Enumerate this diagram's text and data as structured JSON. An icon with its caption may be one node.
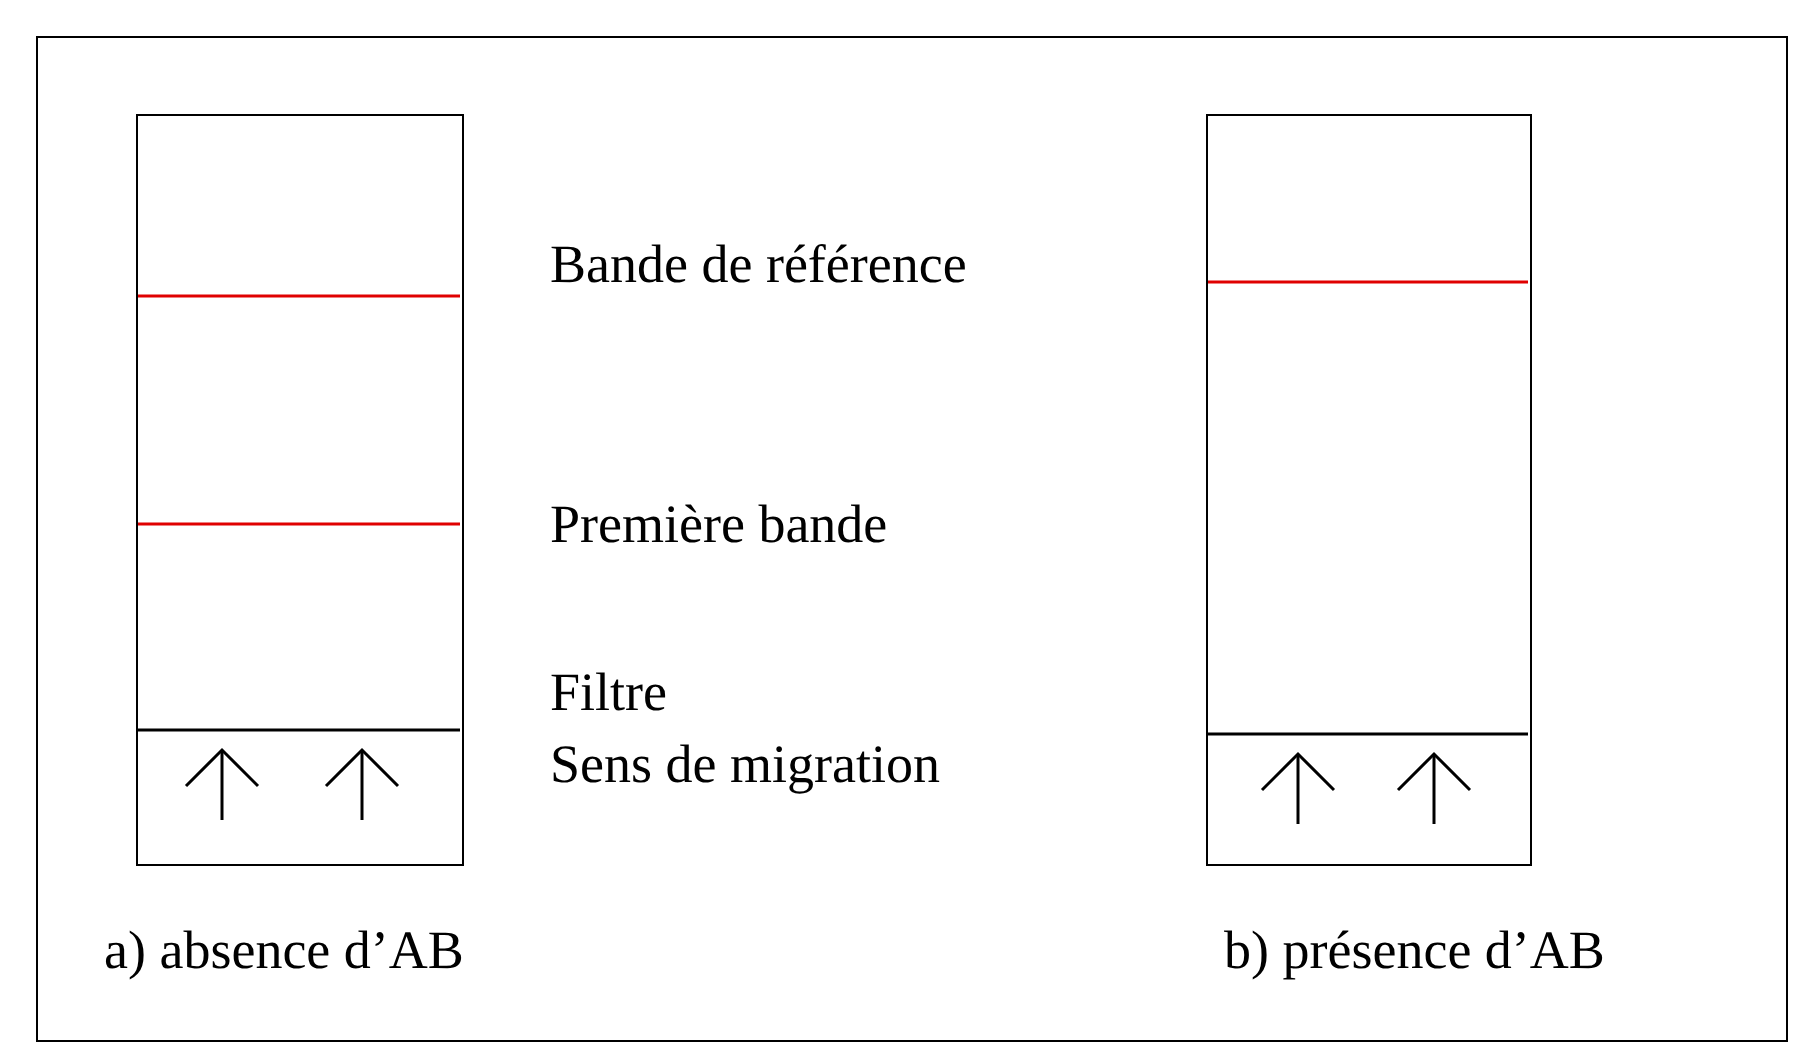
{
  "diagram": {
    "nodes": [
      {
        "text": [],
        "shape": "box",
        "beside": [
          "a) absence d’AB"
        ]
      },
      {
        "text": [],
        "shape": "box",
        "beside": [
          "b) présence d’AB"
        ]
      }
    ],
    "labels": [
      "Bande de référence",
      "Première bande",
      "Filtre",
      "Sens de migration"
    ]
  }
}
